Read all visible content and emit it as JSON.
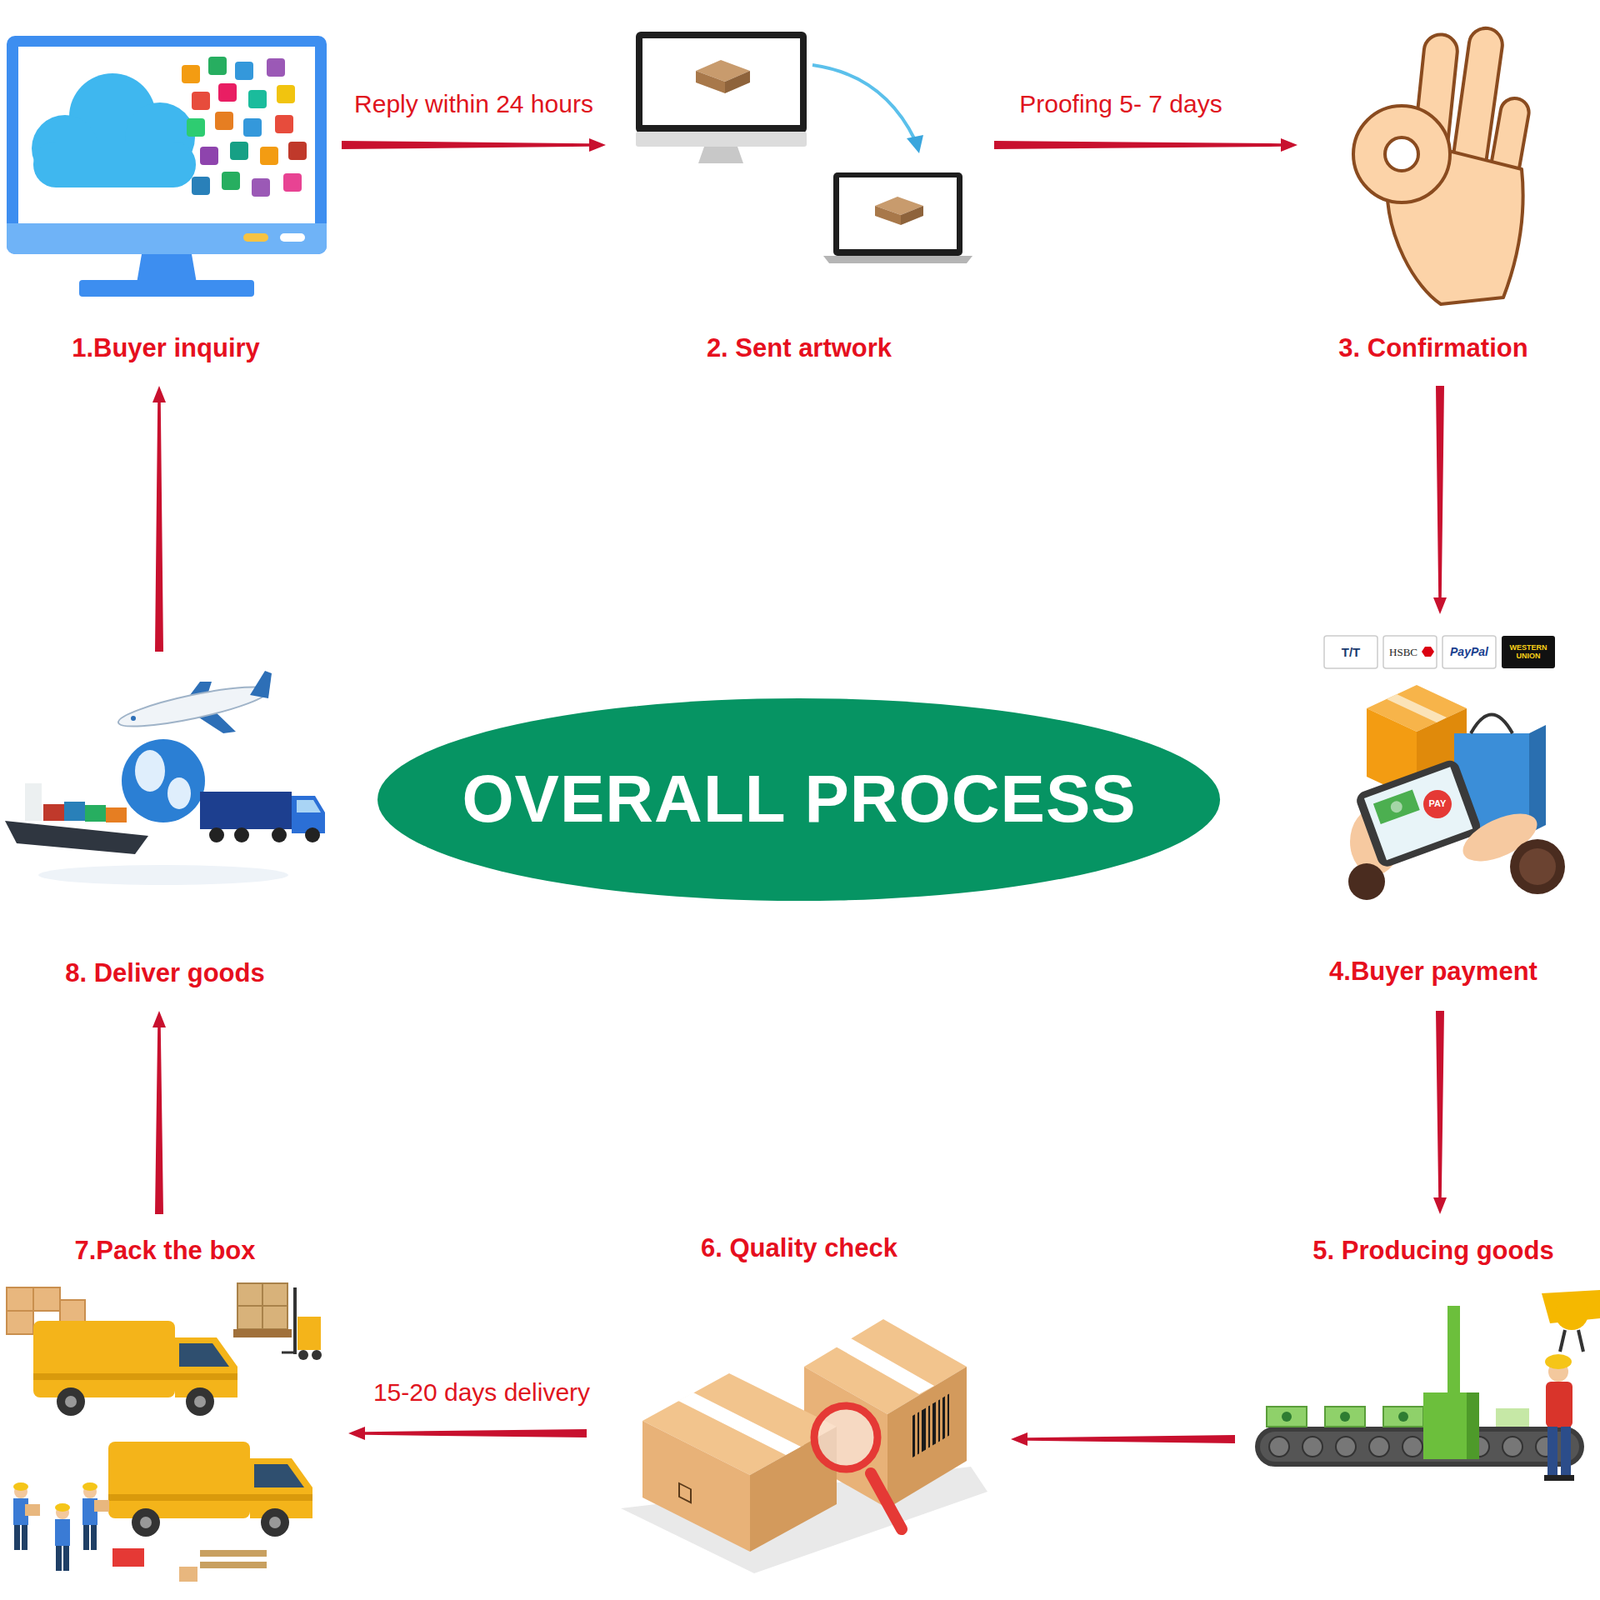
{
  "diagram": {
    "nodes": [
      {
        "text": [
          "1.Buyer inquiry"
        ]
      },
      {
        "text": [
          "2. Sent artwork"
        ]
      },
      {
        "text": [
          "3. Confirmation"
        ]
      },
      {
        "text": [
          "4.Buyer payment"
        ]
      },
      {
        "text": [
          "5. Producing goods"
        ]
      },
      {
        "text": [
          "6. Quality check"
        ]
      },
      {
        "text": [
          "7.Pack the box"
        ]
      },
      {
        "text": [
          "8. Deliver goods"
        ]
      },
      {
        "text": [
          "OVERALL PROCESS"
        ]
      }
    ],
    "edges": [
      {
        "from": 0,
        "to": 1,
        "label": "Reply within 24 hours",
        "arrow": "to"
      },
      {
        "from": 1,
        "to": 2,
        "label": "Proofing 5- 7 days",
        "arrow": "to"
      },
      {
        "from": 2,
        "to": 3,
        "arrow": "to"
      },
      {
        "from": 3,
        "to": 4,
        "arrow": "to"
      },
      {
        "from": 4,
        "to": 5,
        "arrow": "to"
      },
      {
        "from": 5,
        "to": 6,
        "label": "15-20 days delivery",
        "arrow": "to"
      },
      {
        "from": 6,
        "to": 7,
        "arrow": "to"
      },
      {
        "from": 7,
        "to": 0,
        "arrow": "to"
      }
    ],
    "labels": [
      "T/T",
      "HSBC",
      "PayPal",
      "WESTERN UNION",
      "PAY"
    ]
  }
}
